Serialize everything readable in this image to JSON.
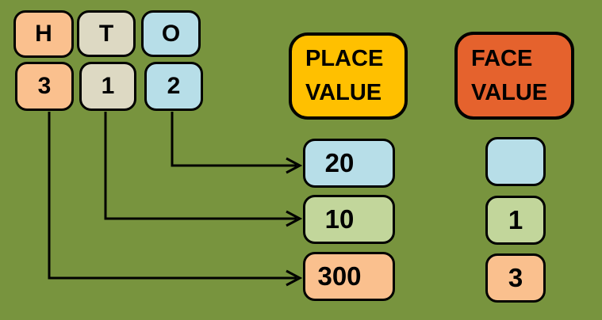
{
  "diagram": {
    "background_color": "#78943E",
    "columns": [
      {
        "letter": "H",
        "digit": "3",
        "color": "#FAC08E"
      },
      {
        "letter": "T",
        "digit": "1",
        "color": "#DDD9C3"
      },
      {
        "letter": "O",
        "digit": "2",
        "color": "#B7DEE8"
      }
    ],
    "place_value_header": {
      "line1": "PLACE",
      "line2": "VALUE",
      "color": "#FFC000"
    },
    "face_value_header": {
      "line1": "FACE",
      "line2": "VALUE",
      "color": "#E5622D"
    },
    "place_values": [
      {
        "value": "20",
        "color": "#B7DEE8"
      },
      {
        "value": "10",
        "color": "#C2D69B"
      },
      {
        "value": "300",
        "color": "#FAC08E"
      }
    ],
    "face_values": [
      {
        "value": "",
        "color": "#B7DEE8"
      },
      {
        "value": "1",
        "color": "#C2D69B"
      },
      {
        "value": "3",
        "color": "#FAC08E"
      }
    ],
    "arrow_color": "#000000"
  }
}
